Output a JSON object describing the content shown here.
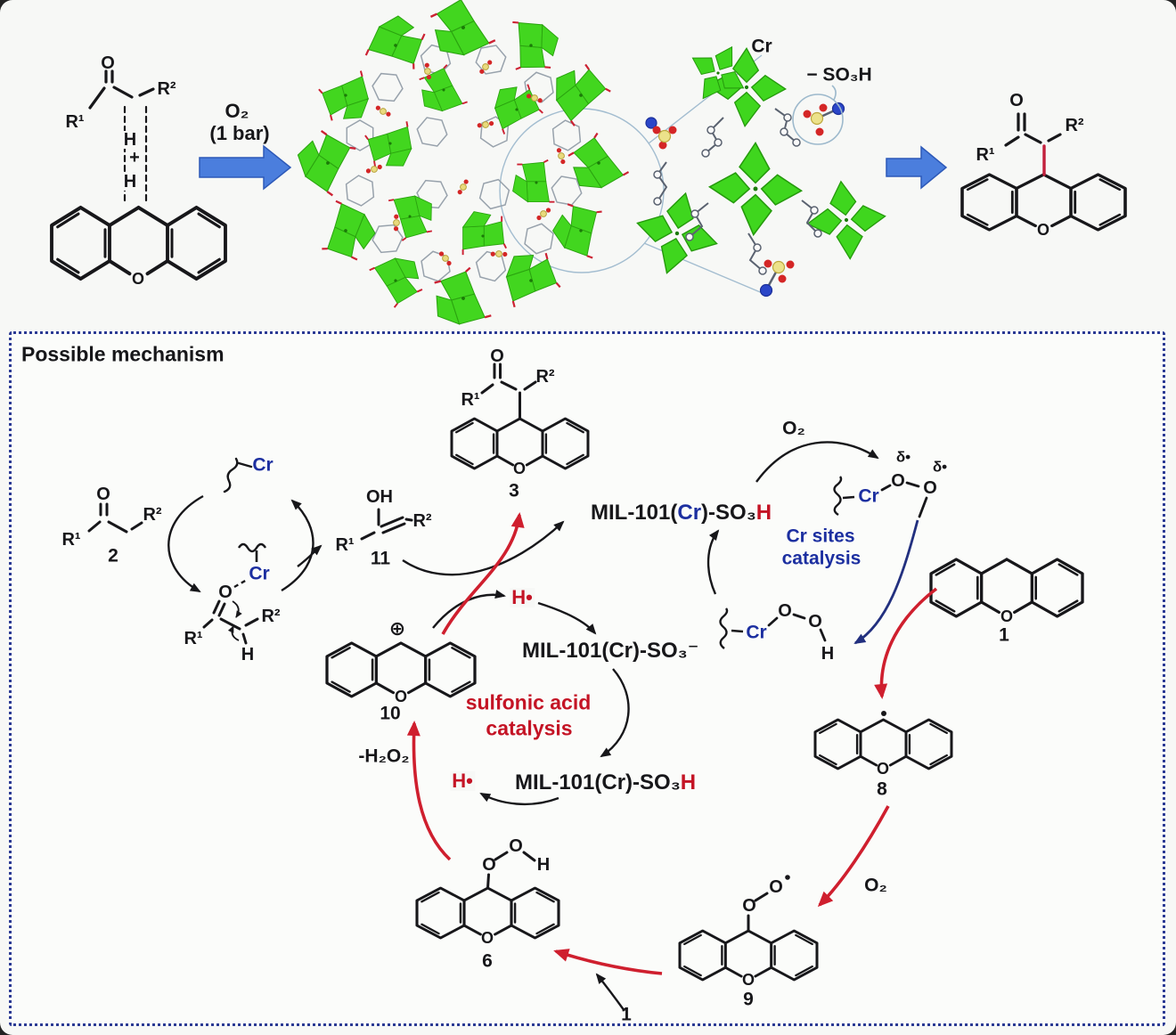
{
  "atoms": {
    "o": "O",
    "h": "H",
    "oh": "OH",
    "cr": "Cr",
    "r1": "R¹",
    "r2": "R²",
    "o2": "O₂",
    "plus": "+",
    "h_radical": "H•",
    "delta_radical": "δ•",
    "oplus": "⊕"
  },
  "compound_numbers": {
    "c1": "1",
    "c2": "2",
    "c3": "3",
    "c6": "6",
    "c8": "8",
    "c9": "9",
    "c10": "10",
    "c11": "11"
  },
  "top_scheme": {
    "conditions_line1": "O₂",
    "conditions_line2": "(1 bar)",
    "cluster_cr_label": "Cr",
    "cluster_so3h_label": "− SO₃H"
  },
  "mechanism": {
    "title": "Possible mechanism",
    "mil_so3h": {
      "prefix": "MIL-101(",
      "cr": "Cr",
      "mid": ")-SO₃",
      "h": "H"
    },
    "mil_so3_minus": "MIL-101(Cr)-SO₃⁻",
    "cr_sites_line1": "Cr sites",
    "cr_sites_line2": "catalysis",
    "sulfonic_line1": "sulfonic acid",
    "sulfonic_line2": "catalysis",
    "minus_h2o2": "-H₂O₂"
  }
}
